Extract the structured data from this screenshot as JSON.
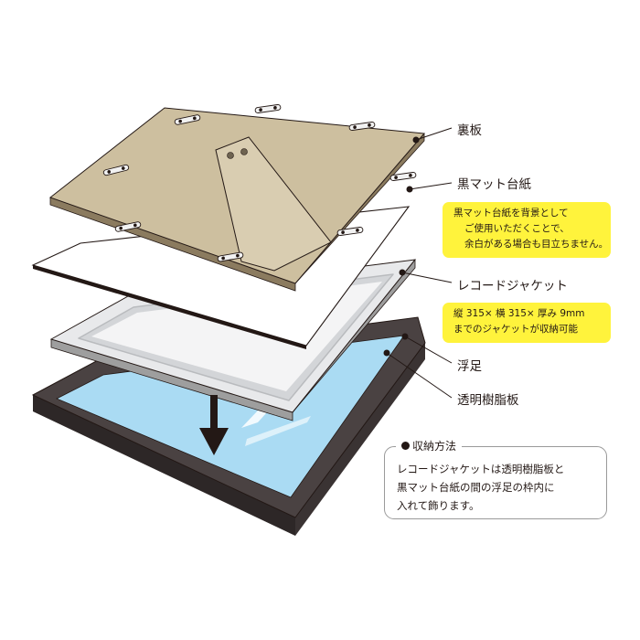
{
  "labels": {
    "back_board": "裏板",
    "black_mat": "黒マット台紙",
    "record_jacket": "レコードジャケット",
    "spacer": "浮足",
    "acrylic": "透明樹脂板"
  },
  "notes": {
    "mat_note": [
      "黒マット台紙を背景として",
      "ご使用いただくことで、",
      "余白がある場合も目立ちません。"
    ],
    "size_note": [
      "縦 315× 横 315× 厚み 9mm",
      "までのジャケットが収納可能"
    ]
  },
  "howto": {
    "title": "収納方法",
    "lines": [
      "レコードジャケットは透明樹脂板と",
      "黒マット台紙の間の浮足の枠内に",
      "入れて飾ります。"
    ]
  },
  "colors": {
    "back_board": "#cdbf9f",
    "back_board_edge": "#a39273",
    "frame": "#4a4242",
    "glass": "#aadbf3",
    "spacer": "#e4e5e7",
    "callout": "#fff33c",
    "arrow": "#231815"
  }
}
